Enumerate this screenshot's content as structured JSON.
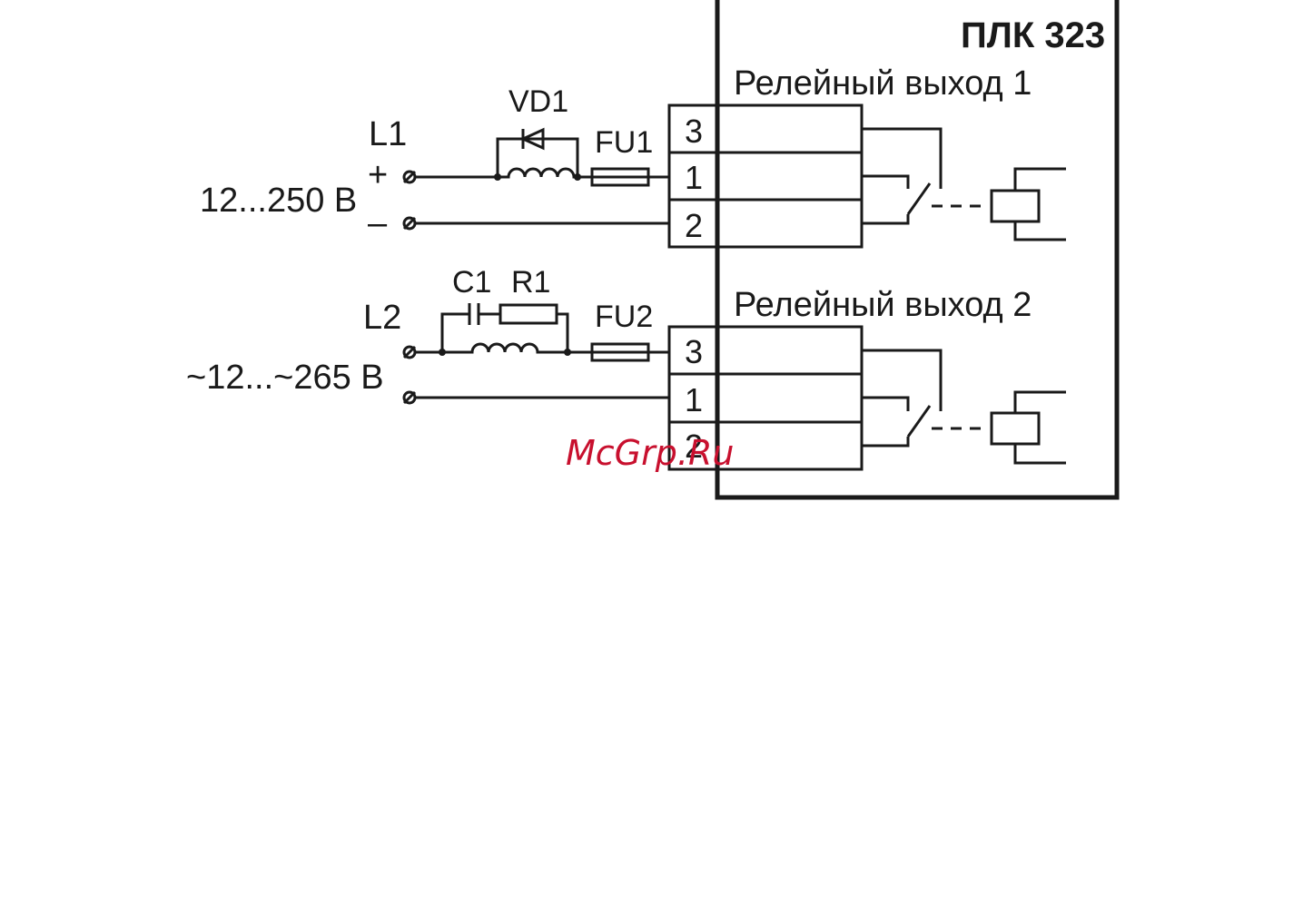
{
  "device": {
    "name": "ПЛК 323"
  },
  "outputs": [
    {
      "label": "Релейный выход 1",
      "terminals": [
        "3",
        "1",
        "2"
      ]
    },
    {
      "label": "Релейный выход 2",
      "terminals": [
        "3",
        "1",
        "2"
      ]
    }
  ],
  "circuit1": {
    "line": "L1",
    "voltage": "12...250 В",
    "plus": "+",
    "minus": "–",
    "diode": "VD1",
    "fuse": "FU1"
  },
  "circuit2": {
    "line": "L2",
    "voltage": "~12...~265 В",
    "capacitor": "C1",
    "resistor": "R1",
    "fuse": "FU2"
  },
  "watermark": "McGrp.Ru",
  "colors": {
    "ink": "#1a1a1a",
    "watermark": "#c8102e"
  }
}
